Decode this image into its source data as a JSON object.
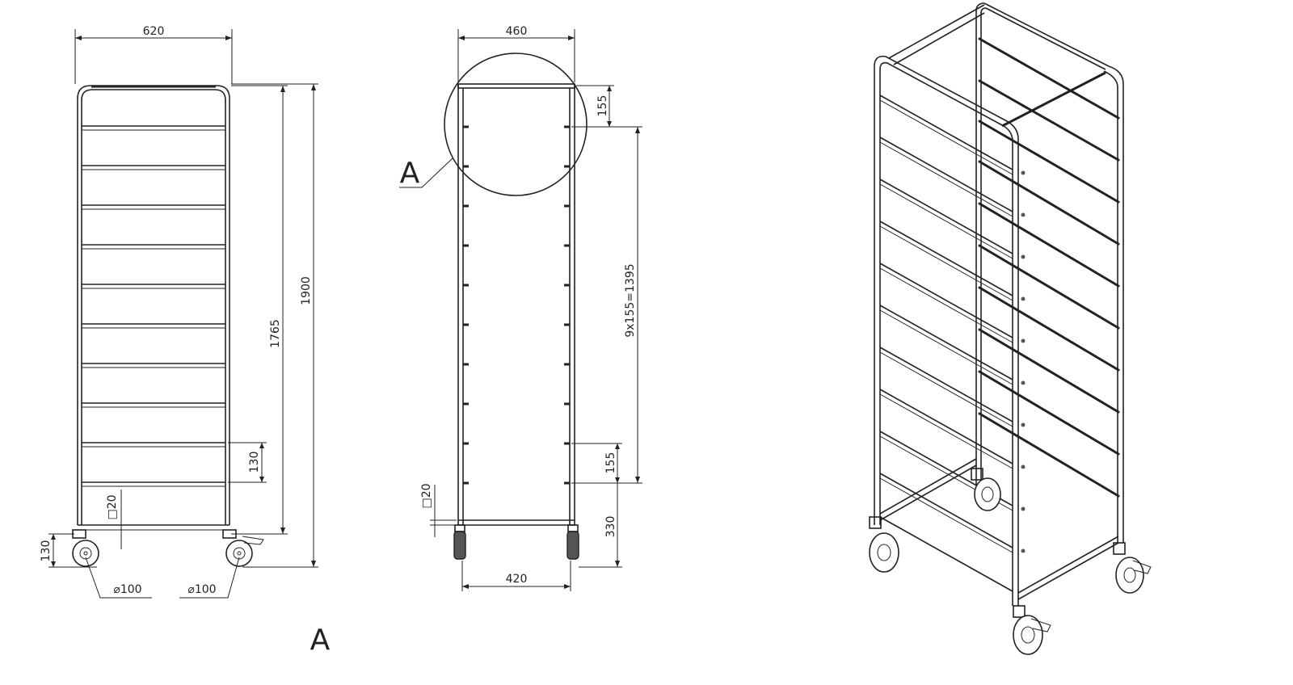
{
  "front_view": {
    "width_label": "620",
    "height_inner_label": "1765",
    "height_total_label": "1900",
    "pitch_label": "130",
    "tube_label": "□20",
    "bottom_label": "130",
    "wheel_left_label": "⌀100",
    "wheel_right_label": "⌀100"
  },
  "side_view": {
    "width_label": "460",
    "top_gap_label": "155",
    "rails_label": "9x155=1395",
    "bottom_pitch_label": "155",
    "bottom_height_label": "330",
    "tube_label": "□20",
    "base_label": "420",
    "detail_marker": "A"
  },
  "detail_caption": "A",
  "colors": {
    "line": "#222222",
    "background": "#ffffff"
  }
}
